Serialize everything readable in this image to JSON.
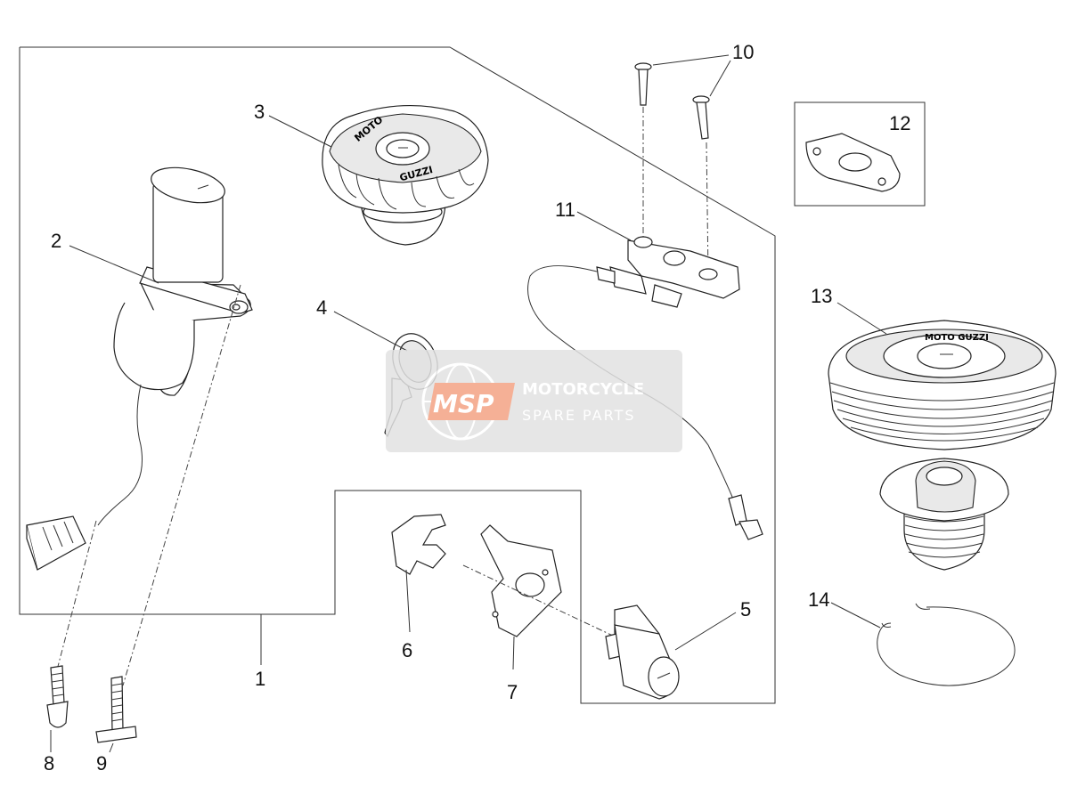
{
  "diagram": {
    "callouts": {
      "c1": "1",
      "c2": "2",
      "c3": "3",
      "c4": "4",
      "c5": "5",
      "c6": "6",
      "c7": "7",
      "c8": "8",
      "c9": "9",
      "c10": "10",
      "c11": "11",
      "c12": "12",
      "c13": "13",
      "c14": "14"
    },
    "cap_brand_top": "MOTO",
    "cap_brand_bottom": "GUZZI",
    "cap13_brand": "MOTO GUZZI"
  },
  "watermark": {
    "logo": "MSP",
    "line1": "MOTORCYCLE",
    "line2": "SPARE PARTS",
    "colors": {
      "logo": "#f4a384",
      "box": "#e2e2e2",
      "text": "#ffffff"
    }
  }
}
